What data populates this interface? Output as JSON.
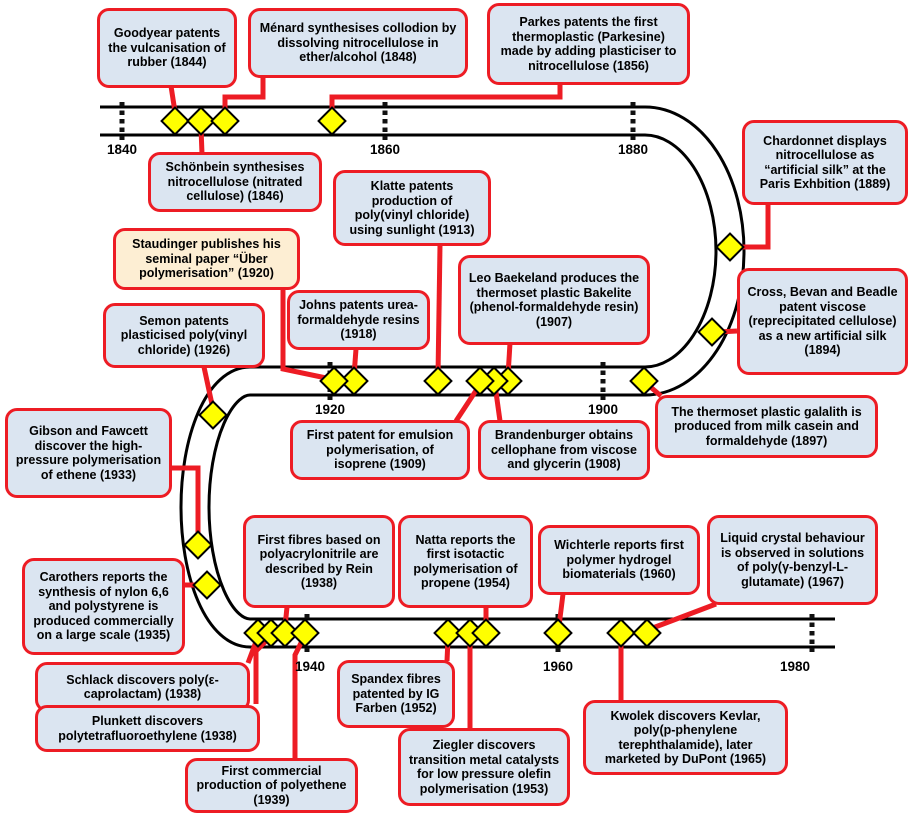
{
  "colors": {
    "box_fill": "#dbe5f1",
    "box_border_red": "#ed1c24",
    "connector_red": "#ed1c24",
    "highlight_box_fill": "#fdeed3",
    "marker_yellow": "#ffff00",
    "road_black": "#000000",
    "road_surface": "#ffffff"
  },
  "marker_shape": "diamond",
  "years": [
    "1840",
    "1860",
    "1880",
    "1900",
    "1920",
    "1940",
    "1960",
    "1980"
  ],
  "events": [
    {
      "id": "goodyear",
      "year": 1844,
      "text": "Goodyear patents the vulcanisation of rubber (1844)"
    },
    {
      "id": "schonbein",
      "year": 1846,
      "text": "Schönbein synthesises nitrocellulose (nitrated cellulose) (1846)"
    },
    {
      "id": "menard",
      "year": 1848,
      "text": "Ménard synthesises collodion by dissolving nitrocellulose in ether/alcohol (1848)"
    },
    {
      "id": "parkes",
      "year": 1856,
      "text": "Parkes patents the first thermoplastic (Parkesine) made by adding plasticiser to nitrocellulose (1856)"
    },
    {
      "id": "chardonnet",
      "year": 1889,
      "text": "Chardonnet displays nitrocellulose as “artificial silk” at the Paris Exhbition (1889)"
    },
    {
      "id": "cross",
      "year": 1894,
      "text": "Cross, Bevan and Beadle patent viscose (reprecipitated cellulose) as a new artificial silk (1894)"
    },
    {
      "id": "galalith",
      "year": 1897,
      "text": "The thermoset plastic galalith is produced from milk casein and formaldehyde (1897)"
    },
    {
      "id": "baekeland",
      "year": 1907,
      "text": "Leo Baekeland produces the thermoset plastic Bakelite (phenol-formaldehyde resin) (1907)"
    },
    {
      "id": "brandenburger",
      "year": 1908,
      "text": "Brandenburger obtains cellophane from viscose and glycerin (1908)"
    },
    {
      "id": "isoprene",
      "year": 1909,
      "text": "First patent for emulsion polymerisation, of isoprene (1909)"
    },
    {
      "id": "klatte",
      "year": 1913,
      "text": "Klatte patents production of poly(vinyl chloride) using sunlight (1913)"
    },
    {
      "id": "johns",
      "year": 1918,
      "text": "Johns patents urea-formaldehyde resins (1918)"
    },
    {
      "id": "staudinger",
      "year": 1920,
      "highlight": true,
      "text": "Staudinger publishes his seminal paper “Über polymerisation” (1920)"
    },
    {
      "id": "semon",
      "year": 1926,
      "text": "Semon patents plasticised poly(vinyl chloride) (1926)"
    },
    {
      "id": "gibson",
      "year": 1933,
      "text": "Gibson and Fawcett discover the high-pressure polymerisation of ethene (1933)"
    },
    {
      "id": "carothers",
      "year": 1935,
      "text": "Carothers reports the synthesis of nylon 6,6 and polystyrene is produced commercially on a large scale (1935)"
    },
    {
      "id": "rein",
      "year": 1938,
      "text": "First fibres based on polyacrylonitrile are described by Rein (1938)"
    },
    {
      "id": "schlack",
      "year": 1938,
      "text": "Schlack discovers poly(ε-caprolactam) (1938)"
    },
    {
      "id": "plunkett",
      "year": 1938,
      "text": "Plunkett discovers polytetrafluoroethylene (1938)"
    },
    {
      "id": "polyethene",
      "year": 1939,
      "text": "First commercial production of polyethene (1939)"
    },
    {
      "id": "spandex",
      "year": 1952,
      "text": "Spandex fibres patented by IG Farben (1952)"
    },
    {
      "id": "ziegler",
      "year": 1953,
      "text": "Ziegler discovers transition metal catalysts for low pressure olefin polymerisation (1953)"
    },
    {
      "id": "natta",
      "year": 1954,
      "text": "Natta reports the first isotactic polymerisation of propene (1954)"
    },
    {
      "id": "wichterle",
      "year": 1960,
      "text": "Wichterle reports first polymer hydrogel biomaterials (1960)"
    },
    {
      "id": "kwolek",
      "year": 1965,
      "text": "Kwolek discovers Kevlar, poly(p-phenylene terephthalamide), later marketed by DuPont (1965)"
    },
    {
      "id": "liquid_crystal",
      "year": 1967,
      "text": "Liquid crystal behaviour is observed in solutions of poly(γ-benzyl-L-glutamate) (1967)"
    }
  ]
}
